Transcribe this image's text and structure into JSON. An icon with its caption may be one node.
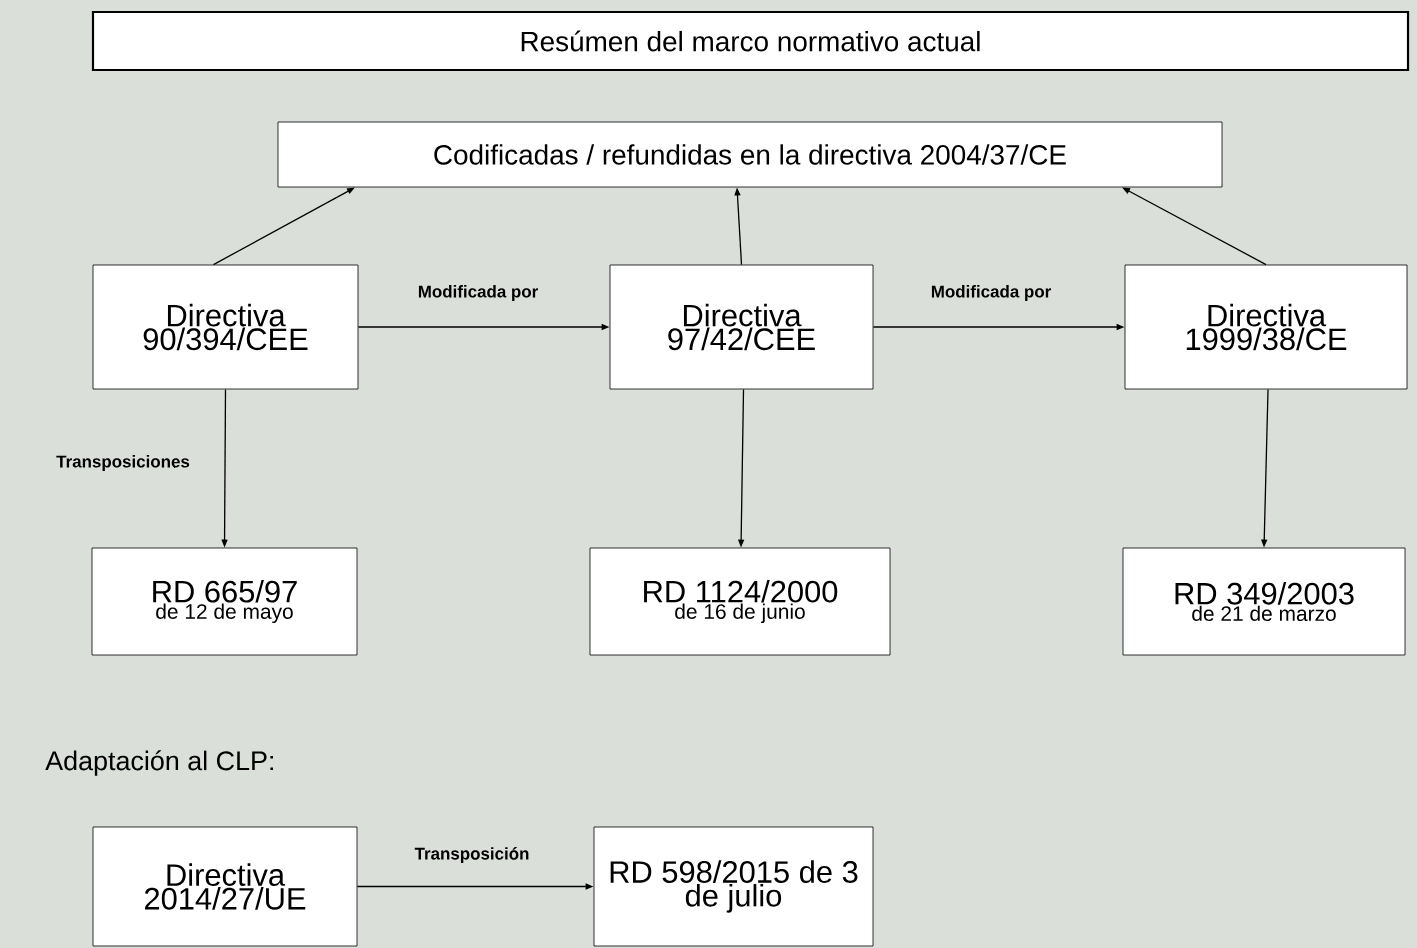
{
  "diagram": {
    "nodes": [
      {
        "text": [
          "Resúmen del marco normativo actual"
        ]
      },
      {
        "text": [
          "Codificadas / refundidas en la directiva 2004/37/CE"
        ]
      },
      {
        "text": [
          "Directiva 90/394/CEE"
        ]
      },
      {
        "text": [
          "Directiva 97/42/CEE"
        ]
      },
      {
        "text": [
          "Directiva 1999/38/CE"
        ]
      },
      {
        "text": [
          "RD 665/97",
          "de 12 de mayo"
        ]
      },
      {
        "text": [
          "RD 1124/2000",
          "de 16 de junio"
        ]
      },
      {
        "text": [
          "RD 349/2003",
          "de 21 de marzo"
        ]
      },
      {
        "text": [
          "Directiva 2014/27/UE"
        ]
      },
      {
        "text": [
          "RD 598/2015 de 3 de julio"
        ]
      }
    ],
    "edges": [
      {
        "from": 2,
        "to": 1,
        "arrow": "to"
      },
      {
        "from": 3,
        "to": 1,
        "arrow": "to"
      },
      {
        "from": 4,
        "to": 1,
        "arrow": "to"
      },
      {
        "from": 2,
        "to": 3,
        "arrow": "to",
        "label": "Modificada por"
      },
      {
        "from": 3,
        "to": 4,
        "arrow": "to",
        "label": "Modificada por"
      },
      {
        "from": 2,
        "to": 5,
        "arrow": "to",
        "label": "Transposiciones"
      },
      {
        "from": 3,
        "to": 6,
        "arrow": "to"
      },
      {
        "from": 4,
        "to": 7,
        "arrow": "to"
      },
      {
        "from": 8,
        "to": 9,
        "arrow": "to",
        "label": "Transposición"
      }
    ],
    "labels": [
      "Adaptación al CLP:"
    ]
  }
}
